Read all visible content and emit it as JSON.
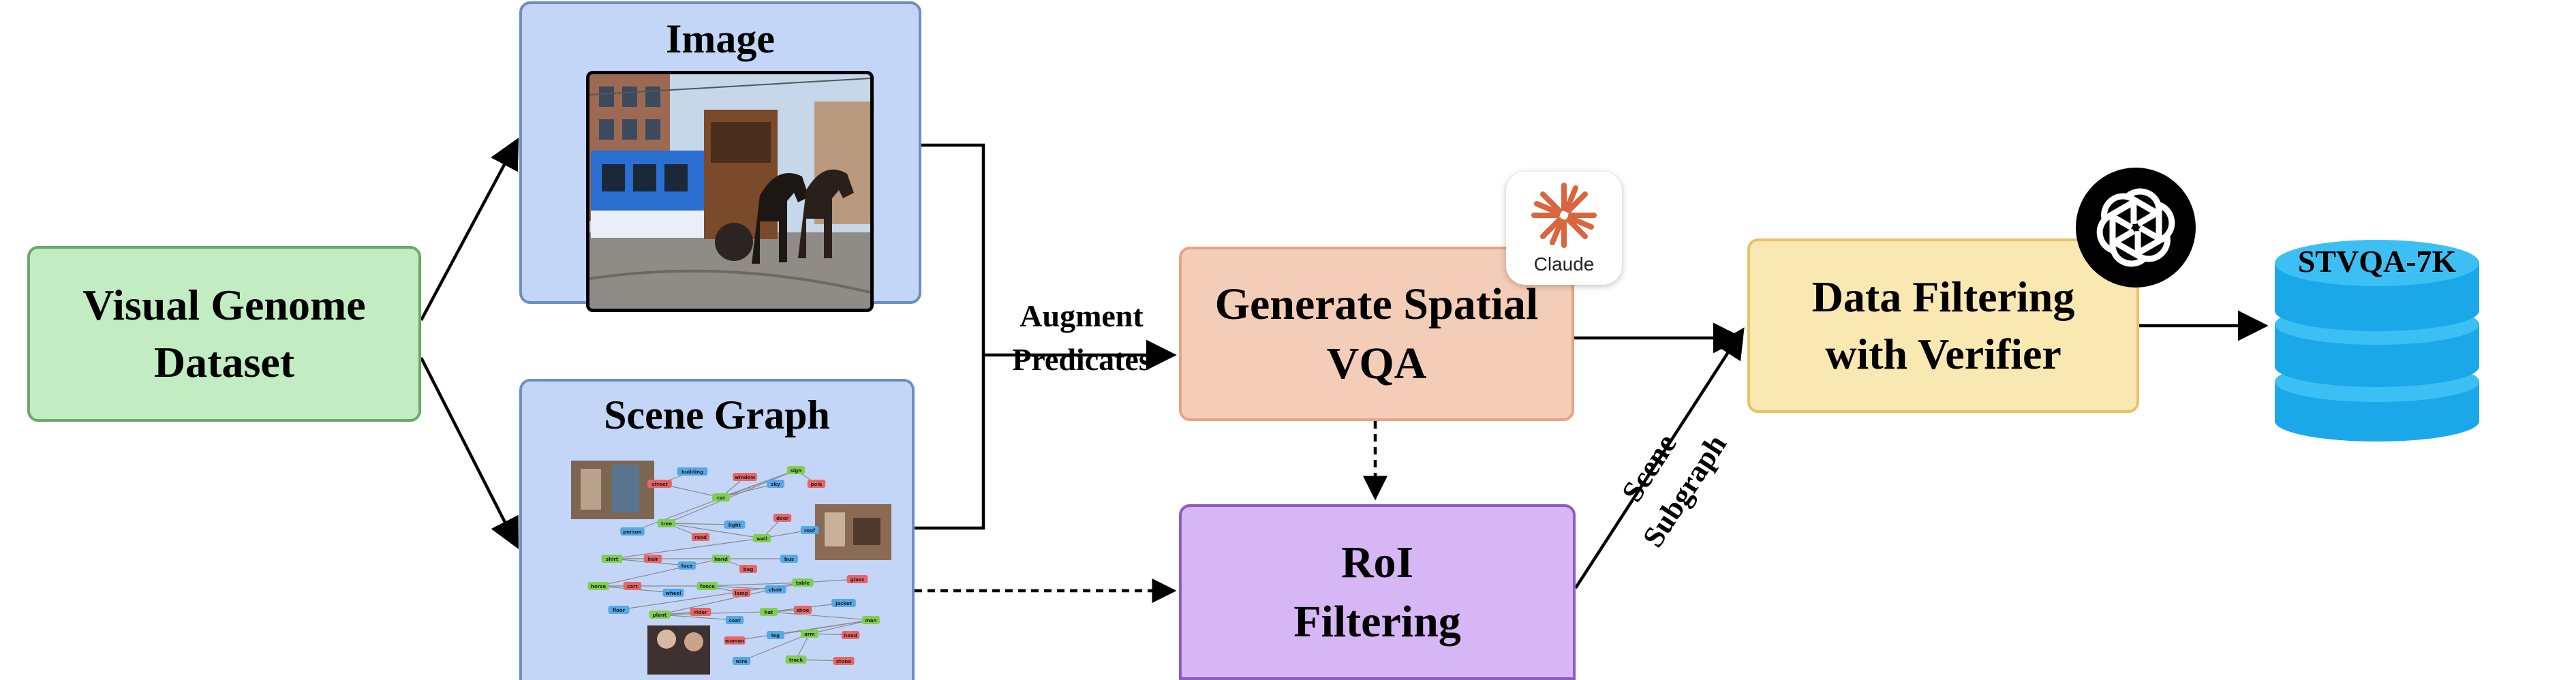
{
  "boxes": {
    "visual_genome": {
      "line1": "Visual Genome",
      "line2": "Dataset"
    },
    "image": {
      "title": "Image"
    },
    "scene_graph": {
      "title": "Scene Graph",
      "node_labels": [
        "street",
        "building",
        "car",
        "window",
        "sky",
        "sign",
        "pole",
        "person",
        "tree",
        "road",
        "light",
        "wall",
        "door",
        "roof",
        "shirt",
        "hair",
        "face",
        "hand",
        "bag",
        "bus",
        "horse",
        "cart",
        "wheel",
        "fence",
        "lamp",
        "chair",
        "table",
        "glass",
        "floor",
        "plant",
        "rider",
        "coat",
        "hat",
        "shoe",
        "jacket",
        "man",
        "woman",
        "leg",
        "arm",
        "head",
        "wire",
        "track",
        "stone"
      ]
    },
    "generate": {
      "line1": "Generate Spatial",
      "line2": "VQA"
    },
    "roi": {
      "line1": "RoI",
      "line2": "Filtering"
    },
    "data_filtering": {
      "line1": "Data Filtering",
      "line2": "with Verifier"
    }
  },
  "edge_labels": {
    "augment": {
      "line1": "Augment",
      "line2": "Predicates"
    },
    "scene_subgraph": {
      "line1": "Scene",
      "line2": "Subgraph"
    }
  },
  "logos": {
    "claude": {
      "text": "Claude",
      "icon": "claude-starburst-icon"
    },
    "openai": {
      "icon": "openai-knot-icon"
    }
  },
  "database": {
    "label": "STVQA-7K",
    "icon": "database-cylinder-icon"
  },
  "colors": {
    "green_fill": "#c2edc3",
    "green_border": "#6aa86b",
    "blue_fill": "#c4d6f7",
    "blue_border": "#6d8ec4",
    "peach_fill": "#f4cdb8",
    "peach_border": "#e8a283",
    "purple_fill": "#d7b6f6",
    "purple_border": "#8f5bc2",
    "yellow_fill": "#fae8b3",
    "yellow_border": "#ecc165",
    "claude_orange": "#d9663f",
    "db_blue": "#1aa8e8"
  }
}
